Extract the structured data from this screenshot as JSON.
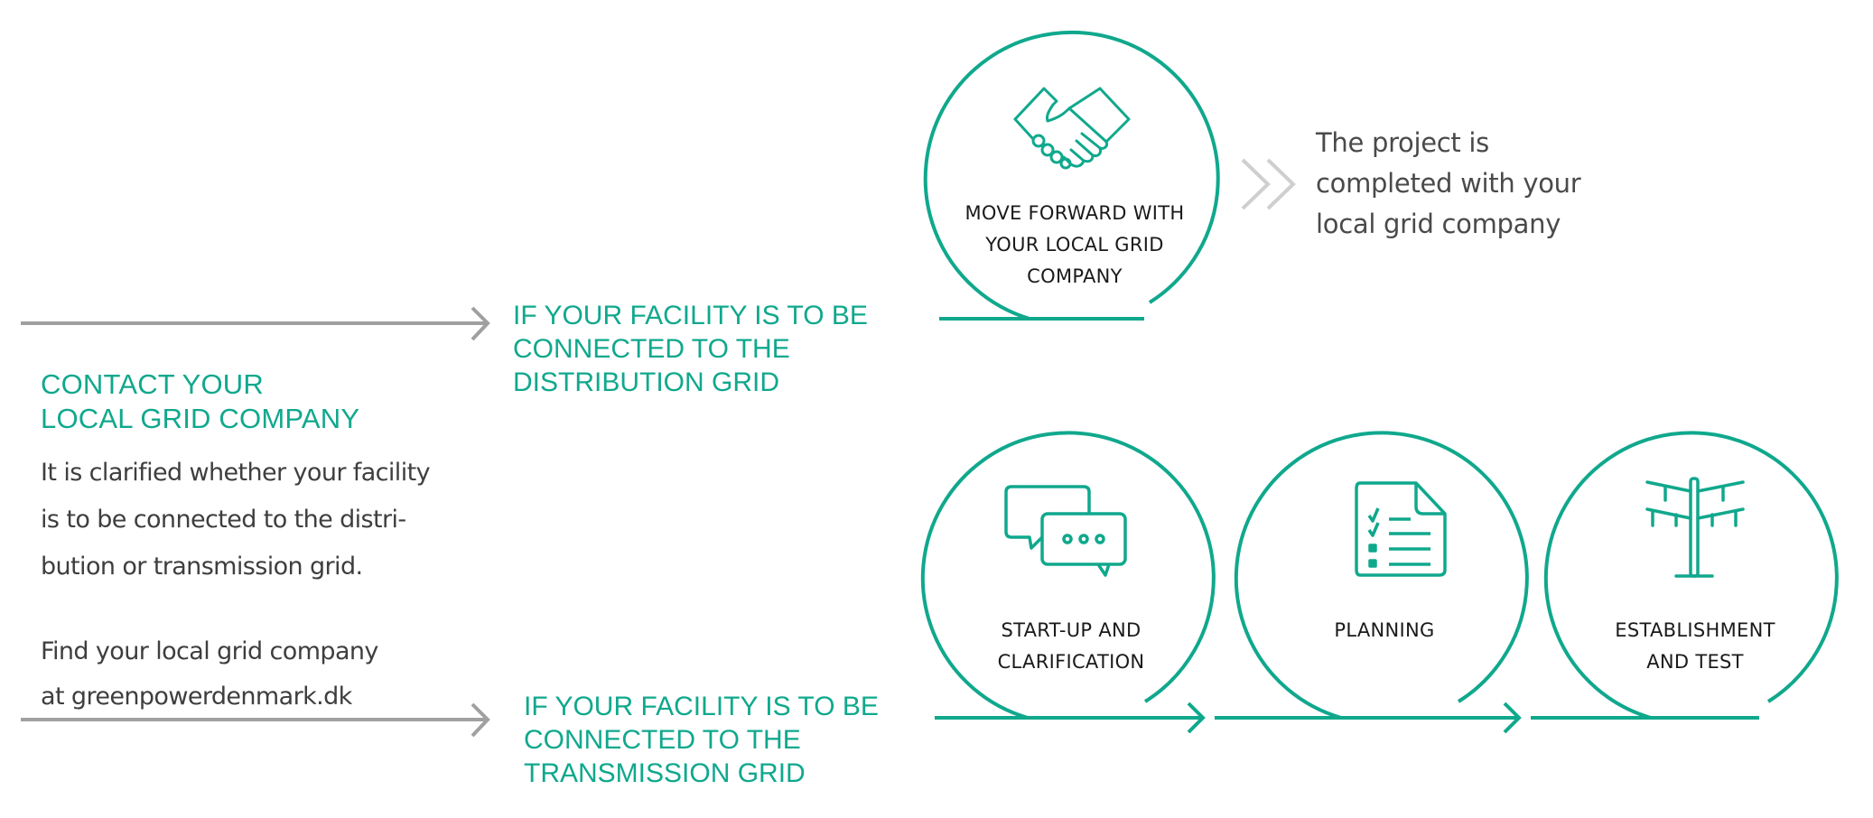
{
  "colors": {
    "accent": "#10a88d",
    "arrow_gray": "#a0a0a0",
    "chevron_gray": "#cfcfcf",
    "body_text": "#3e3e3e",
    "label_text": "#1a1a1a"
  },
  "intro": {
    "heading_line1": "CONTACT YOUR",
    "heading_line2": "LOCAL GRID COMPANY",
    "body_lines": [
      "It is clarified whether your facility",
      "is to be connected to the distri-",
      "bution or transmission grid."
    ],
    "find_lines": [
      "Find your local grid company",
      "at greenpowerdenmark.dk"
    ]
  },
  "branches": {
    "distribution": {
      "lines": [
        "IF YOUR FACILITY IS TO BE",
        "CONNECTED TO THE",
        "DISTRIBUTION GRID"
      ],
      "step": {
        "icon": "handshake-icon",
        "label_lines": [
          "MOVE FORWARD WITH",
          "YOUR LOCAL GRID",
          "COMPANY"
        ]
      },
      "result": {
        "icon": "double-chevron-right-icon",
        "lines": [
          "The project is",
          "completed with your",
          "local grid company"
        ]
      }
    },
    "transmission": {
      "lines": [
        "IF YOUR FACILITY IS TO BE",
        "CONNECTED TO THE",
        "TRANSMISSION GRID"
      ],
      "steps": [
        {
          "icon": "chat-bubbles-icon",
          "label_lines": [
            "START-UP AND",
            "CLARIFICATION"
          ]
        },
        {
          "icon": "checklist-document-icon",
          "label_lines": [
            "PLANNING"
          ]
        },
        {
          "icon": "power-pylon-icon",
          "label_lines": [
            "ESTABLISHMENT",
            "AND TEST"
          ]
        }
      ]
    }
  }
}
